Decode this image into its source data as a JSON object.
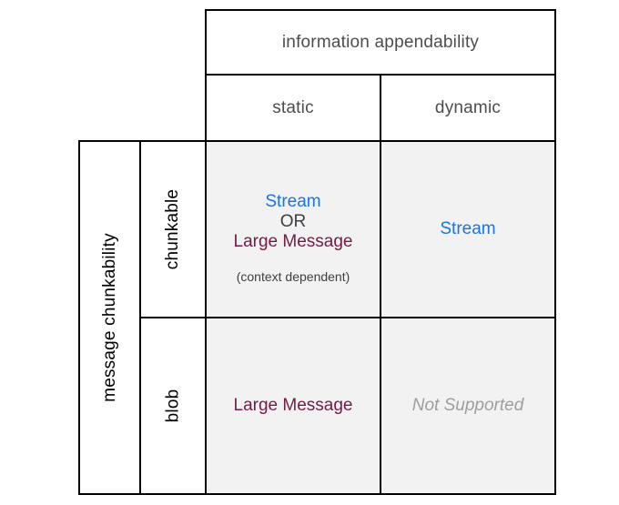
{
  "matrix": {
    "column_axis_title": "information appendability",
    "row_axis_title": "message chunkability",
    "column_headers": [
      "static",
      "dynamic"
    ],
    "row_headers": [
      "chunkable",
      "blob"
    ],
    "cells": {
      "chunkable_static": {
        "option1": "Stream",
        "conjunction": "OR",
        "option2": "Large Message",
        "note": "(context dependent)"
      },
      "chunkable_dynamic": {
        "value": "Stream"
      },
      "blob_static": {
        "value": "Large Message"
      },
      "blob_dynamic": {
        "value": "Not Supported"
      }
    }
  },
  "colors": {
    "stream_text": "#1a73e8",
    "large_message_text": "#741b47",
    "conjunction_text": "#3c4043",
    "note_text": "#3c4043",
    "not_supported_text": "#9e9e9e",
    "column_header_text": "#4d4d4d",
    "row_header_text": "#000000",
    "cell_background": "#f2f2f2",
    "grid_line": "#000000",
    "page_background": "#ffffff"
  }
}
